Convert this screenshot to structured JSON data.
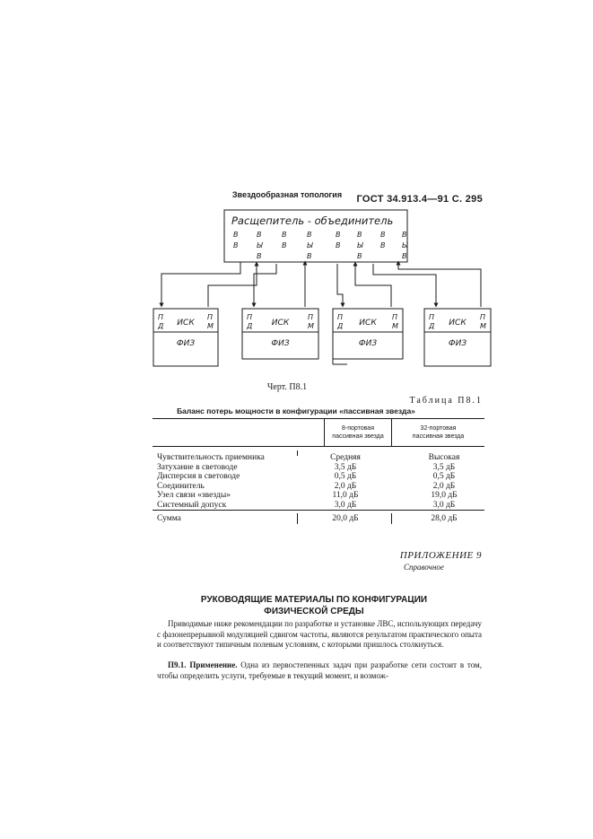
{
  "header": {
    "text": "ГОСТ 34.913.4—91  С. 295"
  },
  "figure": {
    "title": "Звездообразная топология",
    "splitter_label": "Расщепитель - объединитель",
    "port_letters_row1": [
      "В",
      "В",
      "В",
      "В",
      "В",
      "В",
      "В",
      "В"
    ],
    "port_letters_row2": [
      "В",
      "Ы",
      "В",
      "Ы",
      "В",
      "Ы",
      "В",
      "Ы"
    ],
    "port_letters_row3": [
      "В",
      "В",
      "В",
      "В"
    ],
    "stations": [
      {
        "left": "П\nД",
        "center": "ИСК",
        "right": "П\nМ",
        "bottom": "ФИЗ"
      },
      {
        "left": "П\nД",
        "center": "ИСК",
        "right": "П\nМ",
        "bottom": "ФИЗ"
      },
      {
        "left": "П\nД",
        "center": "ИСК",
        "right": "П\nМ",
        "bottom": "ФИЗ"
      },
      {
        "left": "П\nД",
        "center": "ИСК",
        "right": "П\nМ",
        "bottom": "ФИЗ"
      }
    ],
    "caption": "Черт. П8.1"
  },
  "table": {
    "label": "Таблица  П8.1",
    "title": "Баланс потерь мощности в конфигурации «пассивная звезда»",
    "col1_header": [
      "8-портовая",
      "пассивная звезда"
    ],
    "col2_header": [
      "32-портовая",
      "пассивная звезда"
    ],
    "rows": [
      {
        "label": "Чувствительность приемника",
        "v1": "Средняя",
        "v2": "Высокая"
      },
      {
        "label": "Затухание в световоде",
        "v1": "3,5 дБ",
        "v2": "3,5 дБ"
      },
      {
        "label": "Дисперсия в световоде",
        "v1": "0,5 дБ",
        "v2": "0,5 дБ"
      },
      {
        "label": "Соединитель",
        "v1": "2,0 дБ",
        "v2": "2,0 дБ"
      },
      {
        "label": "Узел связи «звезды»",
        "v1": "11,0 дБ",
        "v2": "19,0 дБ"
      },
      {
        "label": "Системный допуск",
        "v1": "3,0 дБ",
        "v2": "3,0 дБ"
      }
    ],
    "total": {
      "label": "Сумма",
      "v1": "20,0 дБ",
      "v2": "28,0 дБ"
    }
  },
  "appendix": {
    "title": "ПРИЛОЖЕНИЕ 9",
    "subtitle": "Справочное"
  },
  "section": {
    "title_line1": "РУКОВОДЯЩИЕ МАТЕРИАЛЫ ПО КОНФИГУРАЦИИ",
    "title_line2": "ФИЗИЧЕСКОЙ СРЕДЫ",
    "para1": "Приводимые ниже рекомендации по разработке и установке ЛВС, использующих передачу с фазонепрерывной модуляцией сдвигом частоты, являются результатом практического опыта и соответствуют типичным полевым условиям, с которыми пришлось столкнуться.",
    "para2_lead": "П9.1. Применение.",
    "para2_text": " Одна из первостепенных задач при разработке сети состоит в том, чтобы определить услуги, требуемые в текущий момент, и возмож-"
  }
}
